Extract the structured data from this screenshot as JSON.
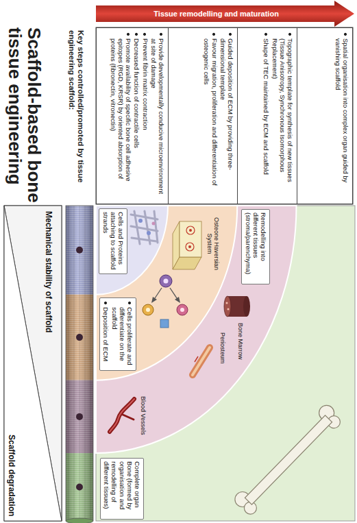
{
  "diagram": {
    "title": "Scaffold-based bone tissue engineering",
    "nodes": [
      {
        "text": [
          "Provide developmentally conducive microenvironment at site of damage",
          "Prevent fibrin matrix contraction",
          "Decreased function of contractile cells",
          "Promote availability of specific bone cell adhesive epitopes (RGD, KRSR) by oriented absorption of proteins (fibronectin, vitronectin)"
        ]
      },
      {
        "text": [
          "Guided deposition of ECM by providing three-dimensional template",
          "Favour migration, proliferation and differentiation of osteogenic cells"
        ]
      },
      {
        "text": [
          "Topographic template for synthesis of new tissues (Tissue Anisotropy, Synchronous Isomorphous Replacement)",
          "Shape of TEC maintained by ECM and scaffold"
        ]
      },
      {
        "text": [
          "Spatial organisation into complex organ guided by vanishing scaffold"
        ]
      },
      {
        "text": [
          "Mechanical stability of scaffold"
        ]
      },
      {
        "text": [
          "Scaffold degradation"
        ]
      },
      {
        "text": [
          "Cells and Proteins attaching to scaffold strands"
        ]
      },
      {
        "text": [
          "Cells proliferate and differentiate on the scaffold",
          "Deposition of ECM"
        ]
      },
      {
        "text": [
          "Remodelling into different tissues (stroma/parenchyma)"
        ]
      },
      {
        "text": [
          "Complete organ Bone (formed by organisation and remodelling of different tissues)"
        ]
      }
    ],
    "labels": [
      "Key steps controlled/promoted by tissue engineering scaffold:",
      "Tissue remodelling and maturation",
      "Osteone Haversian System",
      "Blood Vessels",
      "Periosteum",
      "Bone Marrow"
    ]
  }
}
